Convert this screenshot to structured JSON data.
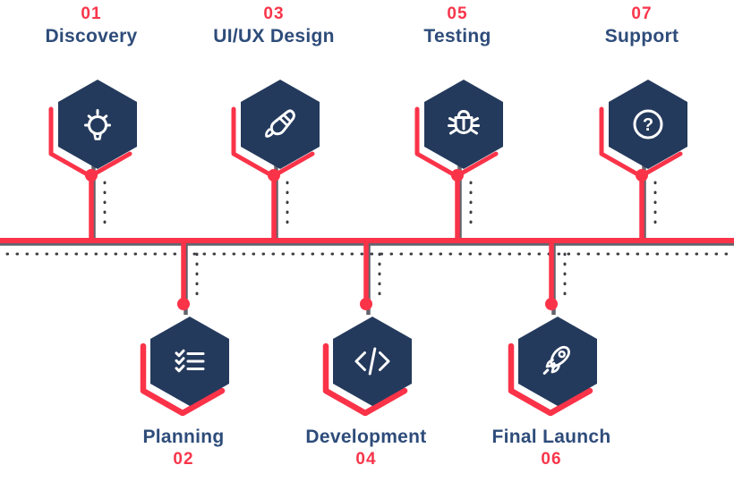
{
  "diagram": {
    "type": "timeline-infographic",
    "background": "#ffffff",
    "colors": {
      "accent_red": "#FA3349",
      "number_red": "#F8364B",
      "hexagon_navy": "#243A5C",
      "label_blue": "#2E4C7A",
      "icon_white": "#FFFFFF",
      "shadow_gray": "#63636C",
      "dot_gray": "#3C3C43"
    },
    "steps": [
      {
        "number": "01",
        "label": "Discovery",
        "icon": "lightbulb-icon",
        "row": "top"
      },
      {
        "number": "02",
        "label": "Planning",
        "icon": "checklist-icon",
        "row": "bottom"
      },
      {
        "number": "03",
        "label": "UI/UX Design",
        "icon": "paintbrush-icon",
        "row": "top"
      },
      {
        "number": "04",
        "label": "Development",
        "icon": "code-icon",
        "row": "bottom"
      },
      {
        "number": "05",
        "label": "Testing",
        "icon": "bug-icon",
        "row": "top"
      },
      {
        "number": "06",
        "label": "Final Launch",
        "icon": "rocket-icon",
        "row": "bottom"
      },
      {
        "number": "07",
        "label": "Support",
        "icon": "question-icon",
        "row": "top"
      }
    ]
  }
}
